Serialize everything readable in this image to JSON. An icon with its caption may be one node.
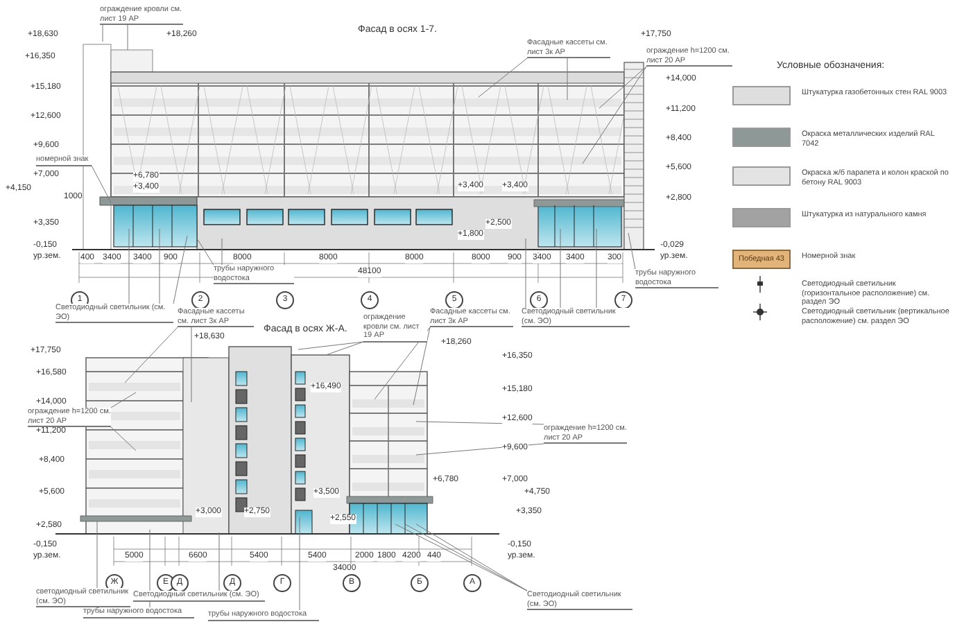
{
  "diagram": {
    "nodes": [
      {
        "text": [
          "ограждение кровли см. лист 19 АР"
        ]
      },
      {
        "text": [
          "Фасадные кассеты см. лист 3к АР"
        ]
      },
      {
        "text": [
          "ограждение h=1200 см. лист 20 АР"
        ]
      },
      {
        "text": [
          "номерной знак"
        ]
      },
      {
        "text": [
          "трубы наружного водостока"
        ]
      },
      {
        "text": [
          "Светодиодный светильник (см. ЭО)"
        ]
      },
      {
        "text": [
          "Светодиодный светильник (см. ЭО)"
        ]
      },
      {
        "text": [
          "трубы наружного водостока"
        ]
      },
      {
        "text": [
          "Фасадные кассеты см. лист 3к АР"
        ]
      },
      {
        "text": [
          "ограждение h=1200 см. лист 20 АР"
        ]
      },
      {
        "text": [
          "ограждение кровли см. лист 19 АР"
        ]
      },
      {
        "text": [
          "Фасадные кассеты см. лист 3к АР"
        ]
      },
      {
        "text": [
          "ограждение h=1200 см. лист 20 АР"
        ]
      },
      {
        "text": [
          "светодиодный светильник (см. ЭО)"
        ]
      },
      {
        "text": [
          "трубы наружного водостока"
        ]
      },
      {
        "text": [
          "Светодиодный светильник (см. ЭО)"
        ]
      },
      {
        "text": [
          "трубы наружного водостока"
        ]
      },
      {
        "text": [
          "Светодиодный светильник (см. ЭО)"
        ]
      }
    ],
    "edges": [
      {
        "from": 0,
        "to": null,
        "arrow": "none"
      },
      {
        "from": 0,
        "to": null,
        "arrow": "none"
      },
      {
        "from": 1,
        "to": null,
        "arrow": "none"
      },
      {
        "from": 1,
        "to": null,
        "arrow": "none"
      },
      {
        "from": 2,
        "to": null,
        "arrow": "none"
      },
      {
        "from": 2,
        "to": null,
        "arrow": "none"
      },
      {
        "from": 3,
        "to": null,
        "arrow": "none"
      },
      {
        "from": 4,
        "to": null,
        "arrow": "none"
      },
      {
        "from": 4,
        "to": null,
        "arrow": "none"
      },
      {
        "from": 5,
        "to": null,
        "arrow": "none"
      },
      {
        "from": 5,
        "to": null,
        "arrow": "none"
      },
      {
        "from": 5,
        "to": null,
        "arrow": "none"
      },
      {
        "from": 6,
        "to": null,
        "arrow": "none"
      },
      {
        "from": 6,
        "to": null,
        "arrow": "none"
      },
      {
        "from": 6,
        "to": null,
        "arrow": "none"
      },
      {
        "from": 7,
        "to": null,
        "arrow": "none"
      },
      {
        "from": 8,
        "to": null,
        "arrow": "none"
      },
      {
        "from": 8,
        "to": null,
        "arrow": "none"
      },
      {
        "from": 9,
        "to": null,
        "arrow": "none"
      },
      {
        "from": 9,
        "to": null,
        "arrow": "none"
      },
      {
        "from": 10,
        "to": null,
        "arrow": "none"
      },
      {
        "from": 10,
        "to": null,
        "arrow": "none"
      },
      {
        "from": 11,
        "to": null,
        "arrow": "none"
      },
      {
        "from": 11,
        "to": null,
        "arrow": "none"
      },
      {
        "from": 12,
        "to": null,
        "arrow": "none"
      },
      {
        "from": 12,
        "to": null,
        "arrow": "none"
      },
      {
        "from": 13,
        "to": null,
        "arrow": "none"
      },
      {
        "from": 14,
        "to": null,
        "arrow": "none"
      },
      {
        "from": 15,
        "to": null,
        "arrow": "none"
      },
      {
        "from": 16,
        "to": null,
        "arrow": "none"
      },
      {
        "from": 17,
        "to": null,
        "arrow": "none"
      },
      {
        "from": 17,
        "to": null,
        "arrow": "none"
      },
      {
        "from": 17,
        "to": null,
        "arrow": "none"
      }
    ],
    "labels": [
      "+18,630",
      "+18,260",
      "Фасад в осях 1-7.",
      "+17,750",
      "+16,350",
      "Условные обозначения:",
      "+14,000",
      "+15,180",
      "+11,200",
      "+12,600",
      "+8,400",
      "+9,600",
      "+5,600",
      "+7,000",
      "+6,780",
      "+4,150",
      "1000",
      "+3,400",
      "+3,400",
      "+3,400",
      "+2,800",
      "+3,350",
      "+2,500",
      "+1,800",
      "-0,150",
      "-0,029",
      "ур.зем.",
      "400",
      "3400",
      "3400",
      "900",
      "8000",
      "8000",
      "8000",
      "8000",
      "900",
      "3400",
      "3400",
      "300",
      "ур.зем.",
      "Победная 43",
      "48100",
      "1",
      "2",
      "3",
      "4",
      "5",
      "6",
      "7",
      "+18,630",
      "Фасад в осях Ж-А.",
      "+18,260",
      "+17,750",
      "+16,350",
      "+16,580",
      "+16,490",
      "+15,180",
      "+14,000",
      "+12,600",
      "+11,200",
      "+9,600",
      "+8,400",
      "+6,780",
      "+7,000",
      "+5,600",
      "+3,500",
      "+4,750",
      "+3,000",
      "+2,750",
      "+3,350",
      "+2,580",
      "+2,550",
      "-0,150",
      "-0,150",
      "ур.зем.",
      "5000",
      "6600",
      "5400",
      "5400",
      "2000",
      "1800",
      "4200",
      "440",
      "ур.зем.",
      "34000",
      "Ж",
      "Е",
      "Д",
      "Д",
      "Г",
      "В",
      "Б",
      "А"
    ],
    "legend": [
      {
        "text": "Штукатурка газобетонных стен RAL 9003",
        "color": "#dedede"
      },
      {
        "text": "Окраска металлических изделий RAL 7042",
        "color": "#8e9896"
      },
      {
        "text": "Окраска ж/б парапета и колон краской по бетону RAL 9003",
        "color": "#e3e3e3"
      },
      {
        "text": "Штукатурка из натурального камня",
        "color": "#a2a2a2"
      },
      {
        "text": "Номерной знак",
        "color": "#e2b47a"
      },
      {
        "text": "Светодиодный светильник (горизонтальное расположение) см. раздел ЭО"
      },
      {
        "text": "Светодиодный светильник (вертикальное расположение) см. раздел ЭО"
      }
    ]
  }
}
